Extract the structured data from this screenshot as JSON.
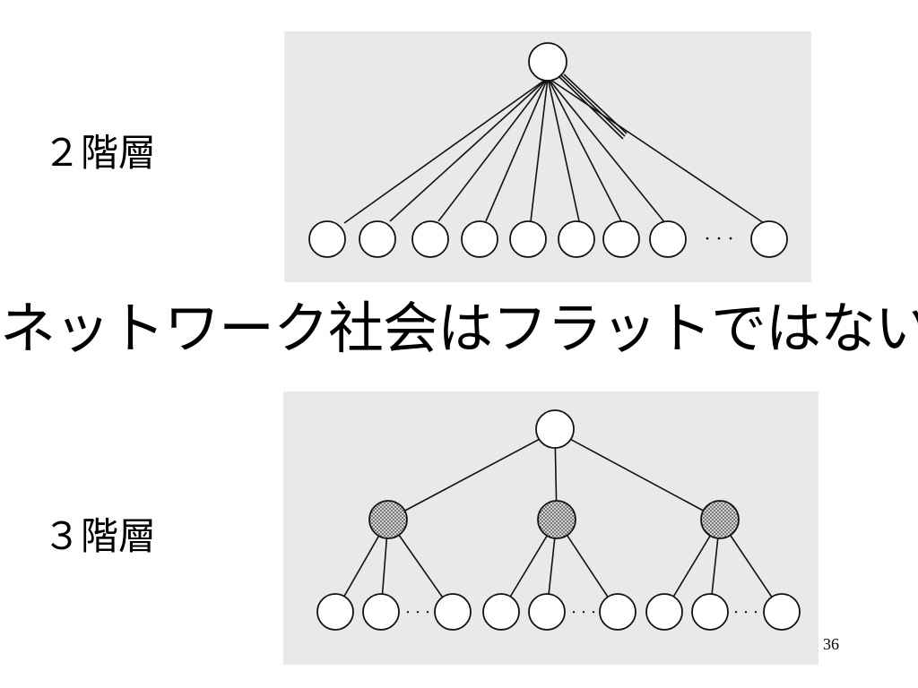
{
  "slide": {
    "title": "ネットワーク社会はフラットではない",
    "page_number": "36"
  },
  "diagrams": {
    "two_level": {
      "label": "２階層",
      "ellipsis": "・・・"
    },
    "three_level": {
      "label": "３階層",
      "ellipsis": "・・・"
    }
  },
  "colors": {
    "background": "#ffffff",
    "panel": "#e9e9e9",
    "stroke": "#111111",
    "node_fill": "#ffffff",
    "hatched_fill": "#b0b0b0"
  }
}
